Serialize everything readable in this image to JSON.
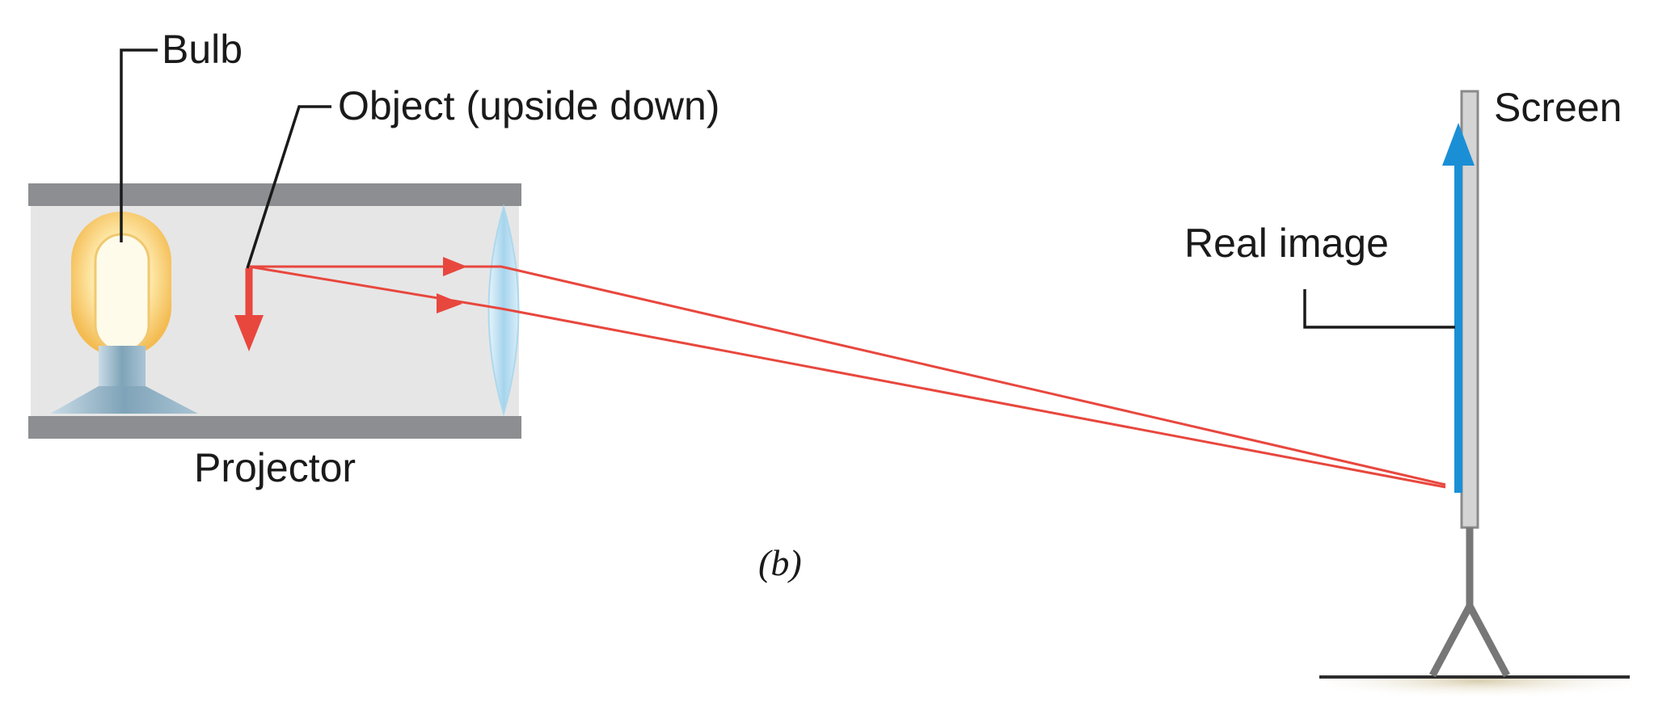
{
  "labels": {
    "bulb": "Bulb",
    "object": "Object (upside down)",
    "screen": "Screen",
    "real_image": "Real image",
    "projector": "Projector",
    "caption": "(b)"
  },
  "colors": {
    "ray": "#e8473e",
    "image_arrow": "#1b8fd6",
    "housing": "#8c8e91",
    "housing_interior": "#e6e6e6",
    "lens": "#bfe3f5",
    "bulb_glow": "#f7c65a",
    "ground": "#d9cfb0"
  },
  "icons": {
    "bulb": "light-bulb-icon",
    "lens": "lens-icon",
    "screen": "projection-screen-icon"
  }
}
